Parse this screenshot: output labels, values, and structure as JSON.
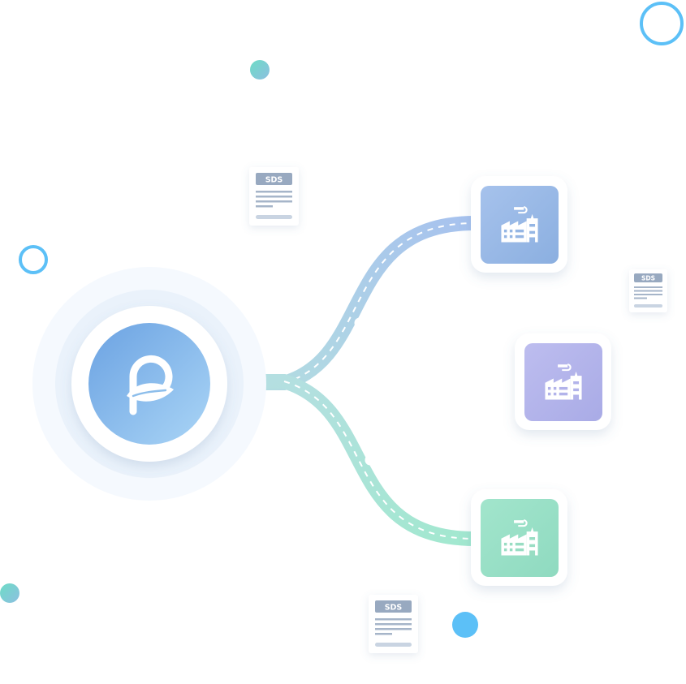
{
  "hub": {
    "logo_icon": "leaf-p-logo-icon"
  },
  "documents": [
    {
      "label": "SDS"
    },
    {
      "label": "SDS"
    },
    {
      "label": "SDS"
    }
  ],
  "factories": [
    {
      "icon": "factory-icon",
      "tile_color": "#92B5E3"
    },
    {
      "icon": "factory-icon",
      "tile_color": "#AFB1E8"
    },
    {
      "icon": "factory-icon",
      "tile_color": "#93DEC1"
    }
  ],
  "colors": {
    "path_top": "#A9C6EE",
    "path_middle": "#BFC2EF",
    "path_bottom": "#A7E6D2",
    "hub_gradient_start": "#6FA6E4",
    "hub_gradient_end": "#A9D3F6",
    "accent_ring": "#5CC0F7"
  }
}
